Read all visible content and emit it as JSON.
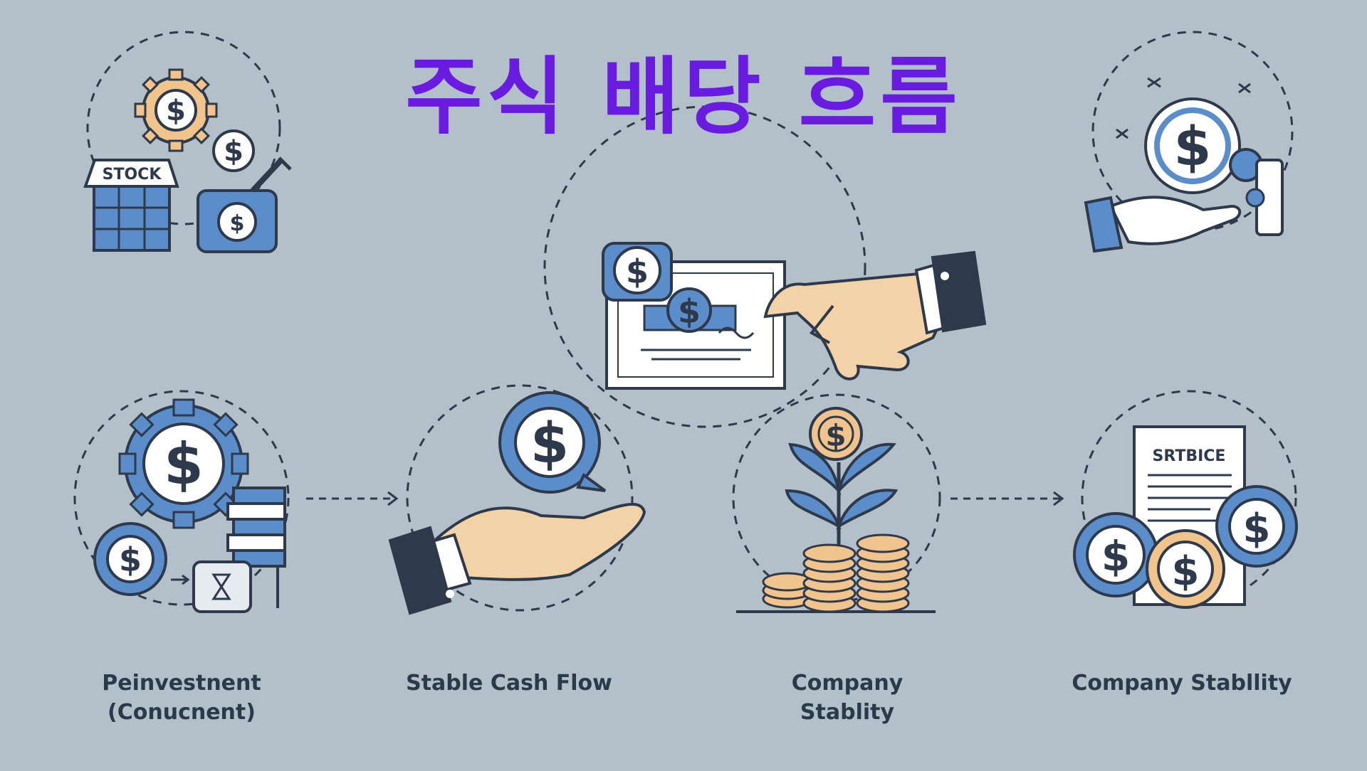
{
  "title": "주식 배당 흐름",
  "colors": {
    "background": "#b4c0c9",
    "title": "#6a1be0",
    "blue": "#5b8dcb",
    "navy": "#2e3a4c",
    "skin": "#f2d2a6",
    "gold": "#f0c48c",
    "white": "#ffffff",
    "label": "#2a3a4a"
  },
  "icons": {
    "top_left": [
      "gear-dollar-icon",
      "dollar-coin-icon",
      "stock-building-icon",
      "camera-coin-icon"
    ],
    "top_right": [
      "hand-receiving-coin-icon"
    ],
    "certificate": "dividend-certificate-icon",
    "hand_dropping": "hand-dropping-coin-icon"
  },
  "stock_sign": "STOCK",
  "document_title": "SRTBICE",
  "steps": [
    {
      "line1": "Peinvestnent",
      "line2": "(Conucnent)"
    },
    {
      "line1": "Stable Cash Flow",
      "line2": ""
    },
    {
      "line1": "Company",
      "line2": "Stablity"
    },
    {
      "line1": "Company Stabllity",
      "line2": ""
    }
  ]
}
